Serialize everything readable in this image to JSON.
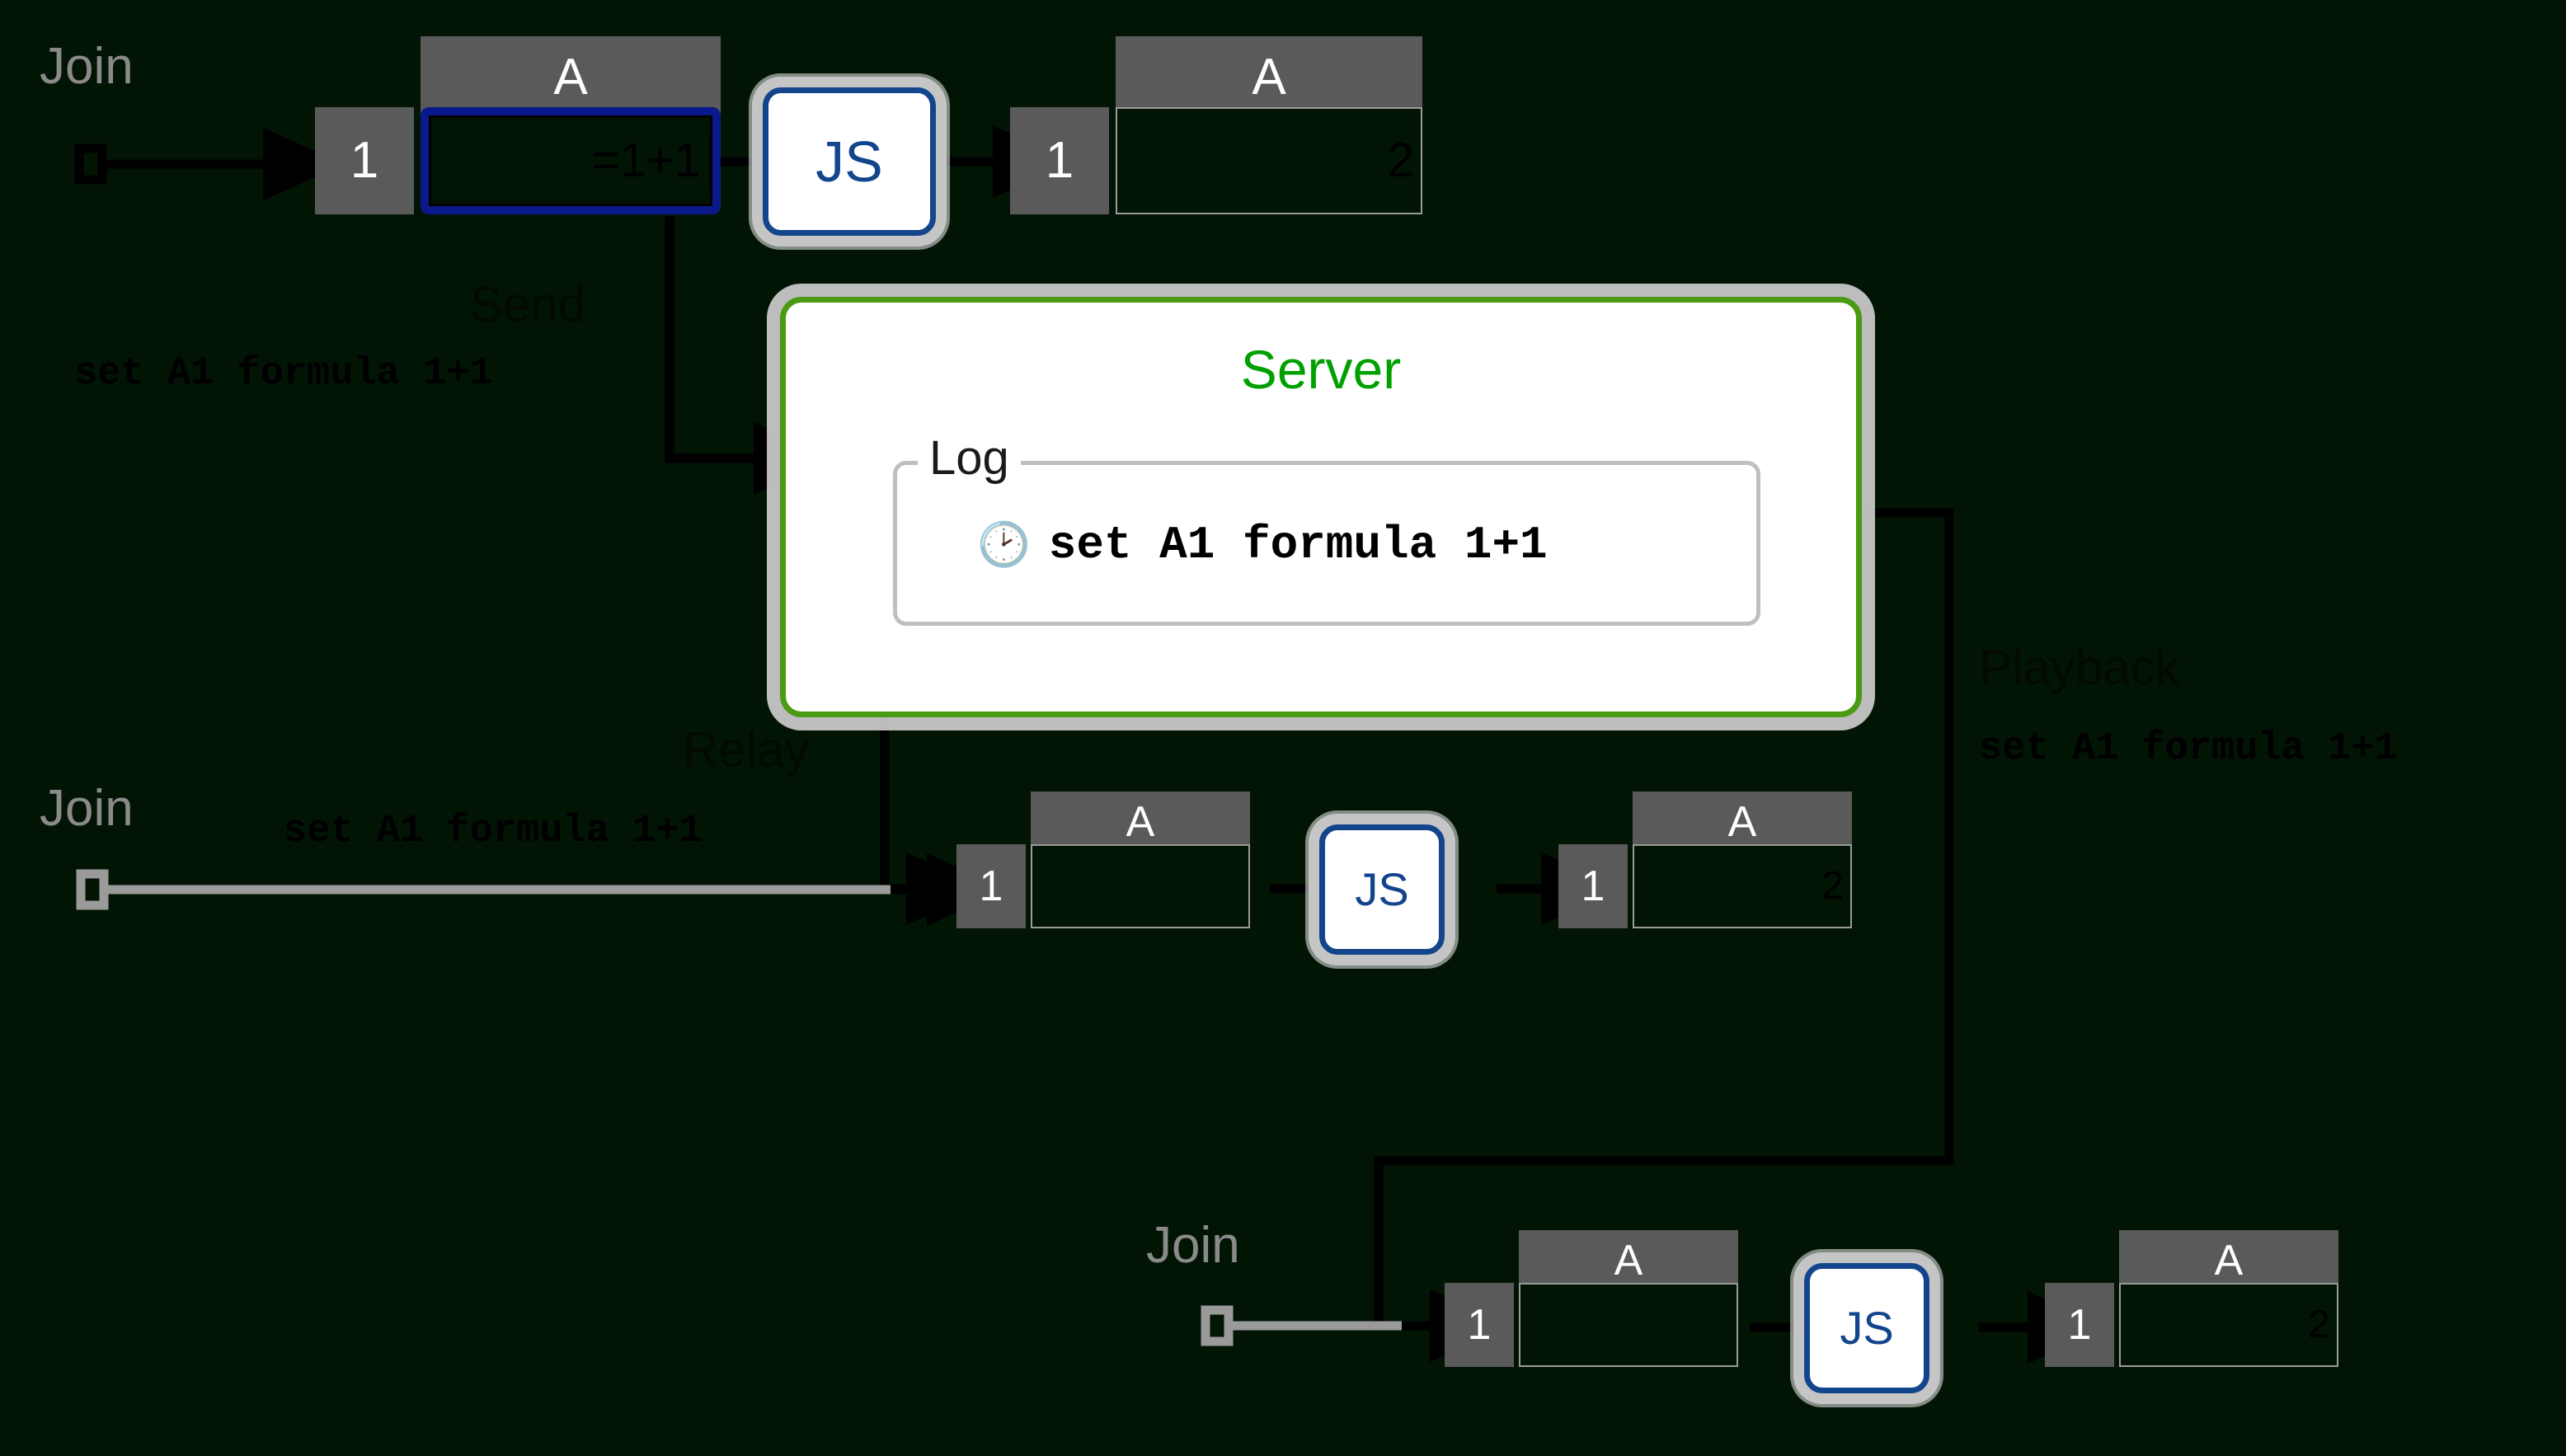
{
  "background_color": "#021505",
  "palette": {
    "header_gray": "#5a5a5a",
    "js_blue": "#13458c",
    "server_green": "#4b9a13",
    "server_title_green": "#00a000",
    "join_gray": "#8a8a8a",
    "selection_blue": "#0a1a8c",
    "wire_black": "#000000",
    "wire_gray": "#9a9a9a"
  },
  "clients": [
    {
      "id": "client-top",
      "join_label": "Join",
      "join_wire_color": "#000000",
      "input_sheet": {
        "column_header": "A",
        "row_header": "1",
        "cell_value": "=1+1",
        "selected": true,
        "caret": true
      },
      "engine_label": "JS",
      "output_sheet": {
        "column_header": "A",
        "row_header": "1",
        "cell_value": "2",
        "selected": false,
        "caret": false
      }
    },
    {
      "id": "client-middle",
      "join_label": "Join",
      "join_wire_color": "#9a9a9a",
      "input_sheet": {
        "column_header": "A",
        "row_header": "1",
        "cell_value": "",
        "selected": false,
        "caret": false
      },
      "engine_label": "JS",
      "output_sheet": {
        "column_header": "A",
        "row_header": "1",
        "cell_value": "2",
        "selected": false,
        "caret": false
      }
    },
    {
      "id": "client-bottom",
      "join_label": "Join",
      "join_wire_color": "#9a9a9a",
      "input_sheet": {
        "column_header": "A",
        "row_header": "1",
        "cell_value": "",
        "selected": false,
        "caret": false
      },
      "engine_label": "JS",
      "output_sheet": {
        "column_header": "A",
        "row_header": "1",
        "cell_value": "2",
        "selected": false,
        "caret": false
      }
    }
  ],
  "server": {
    "title": "Server",
    "log_legend": "Log",
    "log_entries": [
      {
        "icon": "clock-icon",
        "glyph": "🕑",
        "text": "set A1 formula 1+1"
      }
    ]
  },
  "flows": {
    "send": {
      "label": "Send",
      "message": "set A1 formula 1+1"
    },
    "relay": {
      "label": "Relay",
      "message": "set A1 formula 1+1"
    },
    "playback": {
      "label": "Playback",
      "message": "set A1 formula 1+1"
    }
  }
}
